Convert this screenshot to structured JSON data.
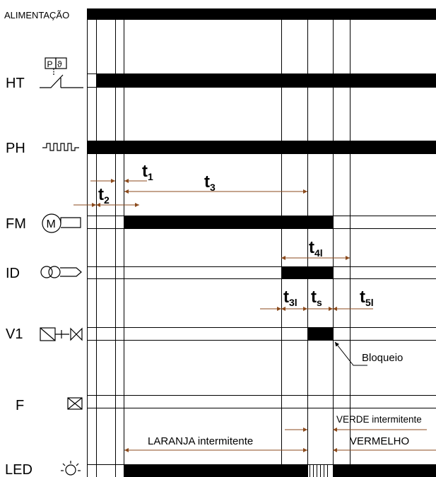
{
  "signals": {
    "power": "ALIMENTAÇÃO",
    "ht": "HT",
    "ht_icon_p": "P",
    "ht_icon_t": "ϑ",
    "ph": "PH",
    "fm": "FM",
    "fm_motor": "M",
    "id": "ID",
    "v1": "V1",
    "f": "F",
    "led": "LED"
  },
  "timings": {
    "t1": {
      "base": "t",
      "sub": "1"
    },
    "t2": {
      "base": "t",
      "sub": "2"
    },
    "t3": {
      "base": "t",
      "sub": "3"
    },
    "t4l": {
      "base": "t",
      "sub": "4l"
    },
    "t3l": {
      "base": "t",
      "sub": "3l"
    },
    "ts": {
      "base": "t",
      "sub": "s"
    },
    "t5l": {
      "base": "t",
      "sub": "5l"
    }
  },
  "annotations": {
    "lockout": "Bloqueio",
    "orange_blink": "LARANJA intermitente",
    "green_blink": "VERDE intermitente",
    "red": "VERMELHO"
  },
  "colors": {
    "line": "#000000",
    "timing_arrow": "#8b4a1c"
  }
}
